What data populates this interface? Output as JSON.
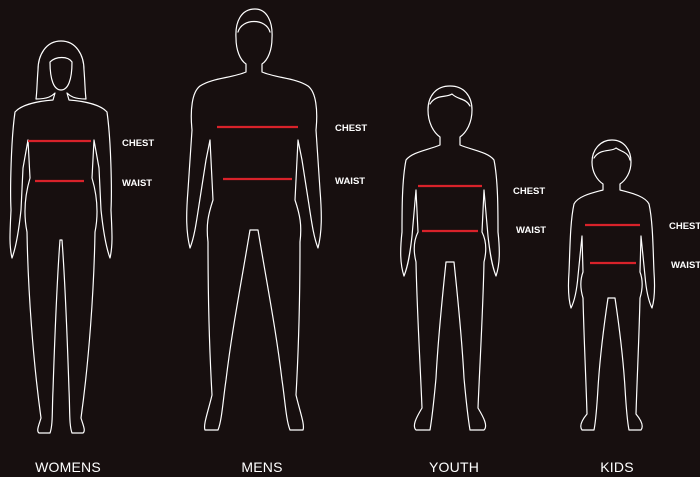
{
  "figures": [
    {
      "id": "womens",
      "caption": "WOMENS",
      "chest_label": "CHEST",
      "waist_label": "WAIST"
    },
    {
      "id": "mens",
      "caption": "MENS",
      "chest_label": "CHEST",
      "waist_label": "WAIST"
    },
    {
      "id": "youth",
      "caption": "YOUTH",
      "chest_label": "CHEST",
      "waist_label": "WAIST"
    },
    {
      "id": "kids",
      "caption": "KIDS",
      "chest_label": "CHEST",
      "waist_label": "WAIST"
    }
  ],
  "colors": {
    "background": "#170f0f",
    "outline": "#ffffff",
    "measure_line": "#d8222a"
  }
}
